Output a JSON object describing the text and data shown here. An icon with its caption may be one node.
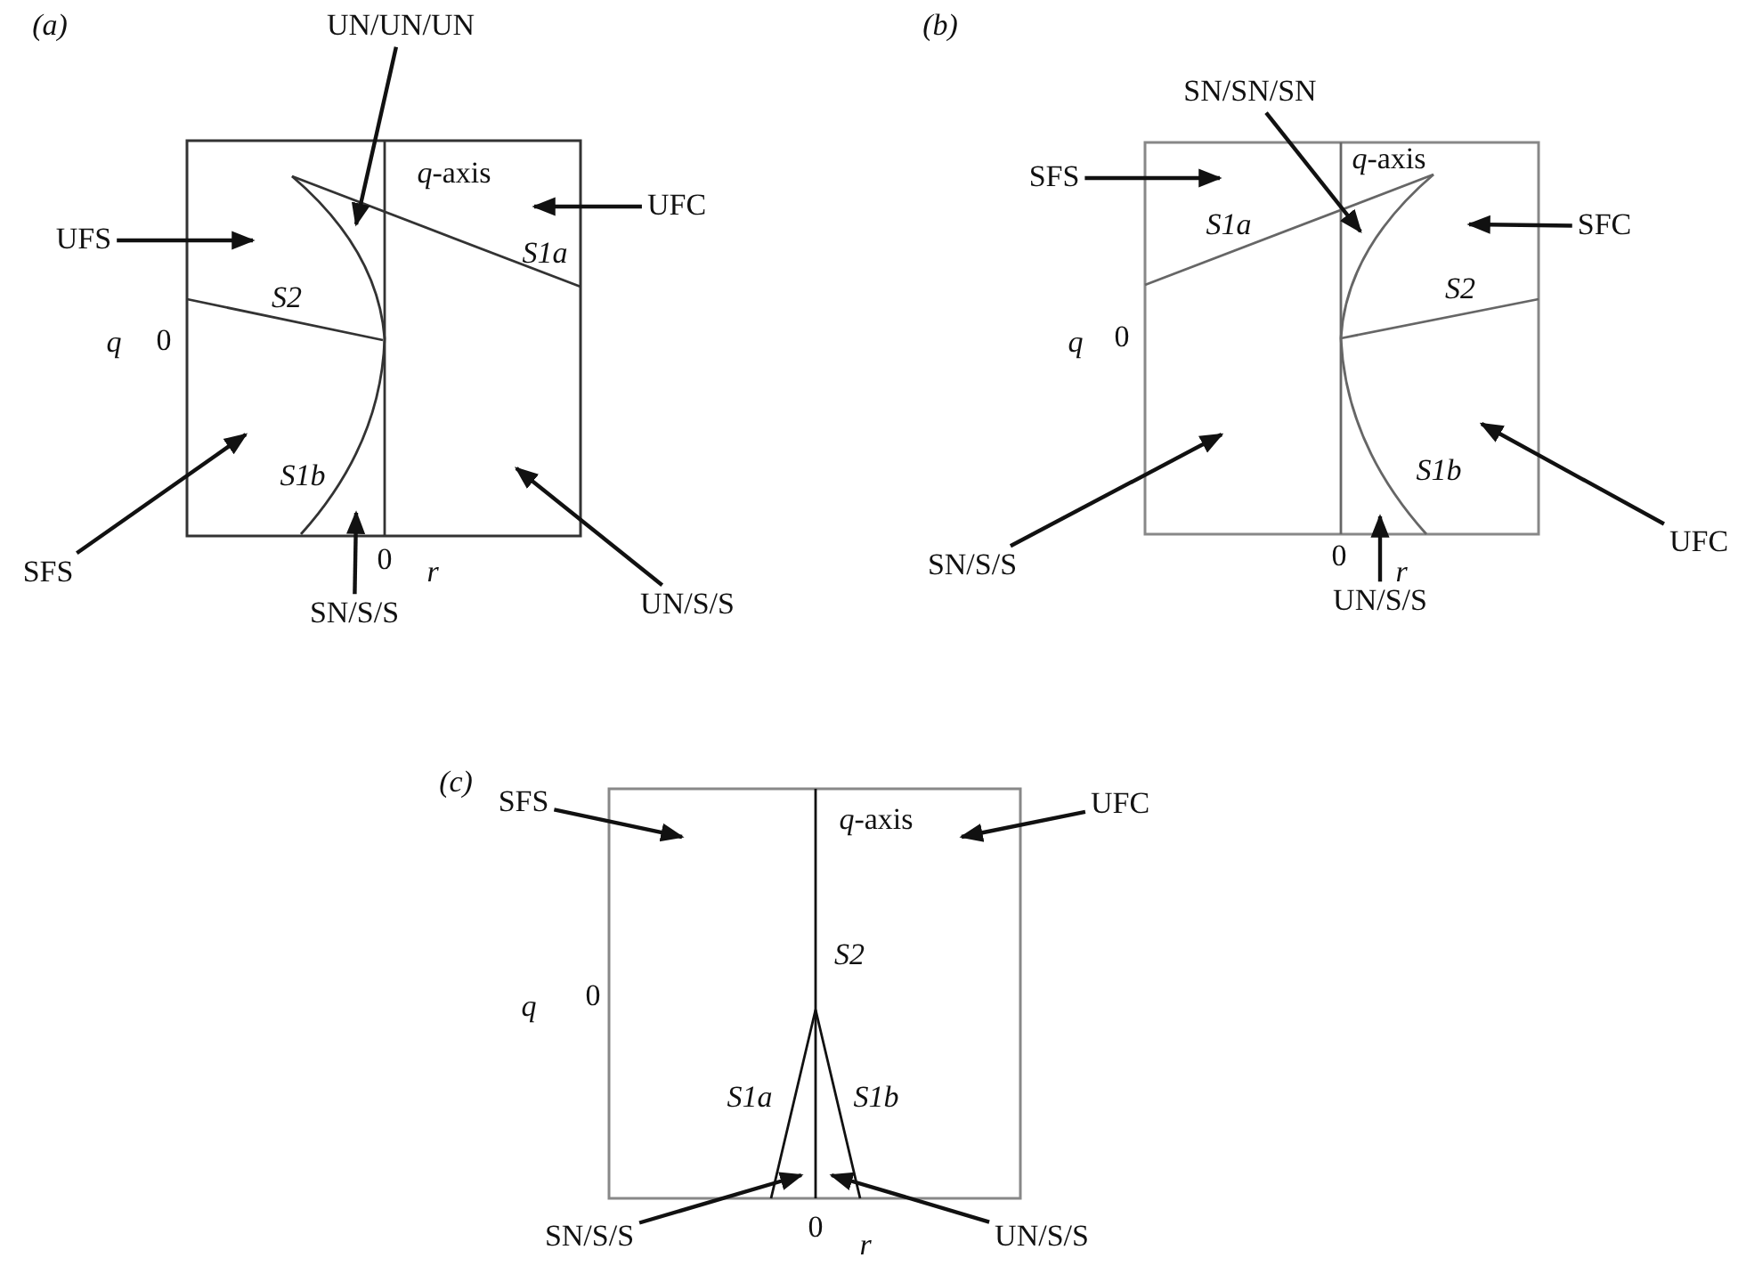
{
  "diagram": {
    "nodes": [
      {
        "text": [
          "UN/UN/UN"
        ]
      },
      {
        "text": [
          "UFS"
        ]
      },
      {
        "text": [
          "UFC"
        ]
      },
      {
        "text": [
          "SFS"
        ]
      },
      {
        "text": [
          "SN/S/S"
        ]
      },
      {
        "text": [
          "UN/S/S"
        ]
      },
      {
        "text": [
          "SN/SN/SN"
        ]
      },
      {
        "text": [
          "SFS"
        ]
      },
      {
        "text": [
          "SFC"
        ]
      },
      {
        "text": [
          "SN/S/S"
        ]
      },
      {
        "text": [
          "UN/S/S"
        ]
      },
      {
        "text": [
          "UFC"
        ]
      },
      {
        "text": [
          "SFS"
        ]
      },
      {
        "text": [
          "UFC"
        ]
      },
      {
        "text": [
          "SN/S/S"
        ]
      },
      {
        "text": [
          "UN/S/S"
        ]
      }
    ],
    "edges": [
      {
        "from": 0,
        "to": null,
        "arrow": "to"
      },
      {
        "from": 1,
        "to": null,
        "arrow": "to"
      },
      {
        "from": 2,
        "to": null,
        "arrow": "to"
      },
      {
        "from": 3,
        "to": null,
        "arrow": "to"
      },
      {
        "from": 4,
        "to": null,
        "arrow": "to"
      },
      {
        "from": 5,
        "to": null,
        "arrow": "to"
      },
      {
        "from": 6,
        "to": null,
        "arrow": "to"
      },
      {
        "from": 7,
        "to": null,
        "arrow": "to"
      },
      {
        "from": 8,
        "to": null,
        "arrow": "to"
      },
      {
        "from": 9,
        "to": null,
        "arrow": "to"
      },
      {
        "from": 10,
        "to": null,
        "arrow": "to"
      },
      {
        "from": 11,
        "to": null,
        "arrow": "to"
      },
      {
        "from": 12,
        "to": null,
        "arrow": "to"
      },
      {
        "from": 13,
        "to": null,
        "arrow": "to"
      },
      {
        "from": 14,
        "to": null,
        "arrow": "to"
      },
      {
        "from": 15,
        "to": null,
        "arrow": "to"
      }
    ],
    "labels": [
      "(a)",
      "*q*-axis",
      "S1a",
      "S2",
      "q",
      "0",
      "S1b",
      "0",
      "r",
      "(b)",
      "*q*-axis",
      "S1a",
      "S2",
      "q",
      "0",
      "S1b",
      "0",
      "r",
      "(c)",
      "*q*-axis",
      "S2",
      "q",
      "0",
      "S1a",
      "S1b",
      "0",
      "r"
    ]
  }
}
